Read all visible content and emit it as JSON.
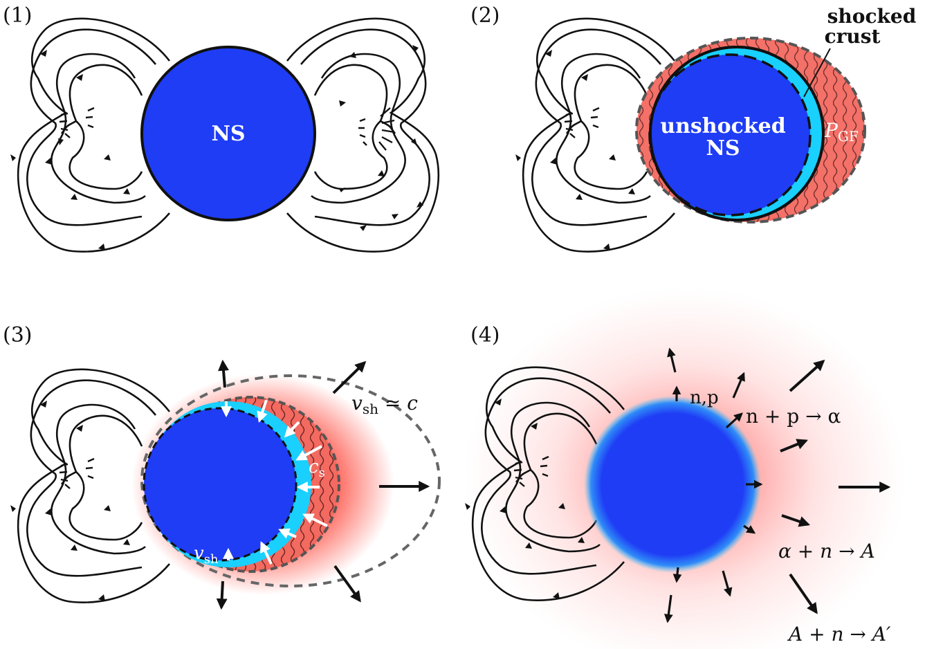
{
  "panels": [
    {
      "label": "(1)",
      "ns_label": "NS"
    },
    {
      "label": "(2)",
      "shocked_crust_line1": "shocked",
      "shocked_crust_line2": "crust",
      "unshocked_line1": "unshocked",
      "unshocked_line2": "NS",
      "pressure_symbol": "P",
      "pressure_subscript": "GF"
    },
    {
      "label": "(3)",
      "sound_speed_symbol": "c",
      "sound_speed_subscript": "s",
      "shock_velocity_symbol": "v",
      "shock_velocity_subscript": "sh",
      "relation_lhs_symbol": "v",
      "relation_lhs_subscript": "sh",
      "relation_rhs": " ≃ c"
    },
    {
      "label": "(4)",
      "nucleons": "n,p",
      "reaction_alpha": "n + p → α",
      "reaction_capture": "α + n → A",
      "reaction_heavy": "A + n → A′"
    }
  ],
  "colors": {
    "neutron_star": "#1f3df5",
    "shocked_crust": "#19d0ff",
    "shocked_ejecta": "#f26a60",
    "field_lines": "#111111"
  }
}
